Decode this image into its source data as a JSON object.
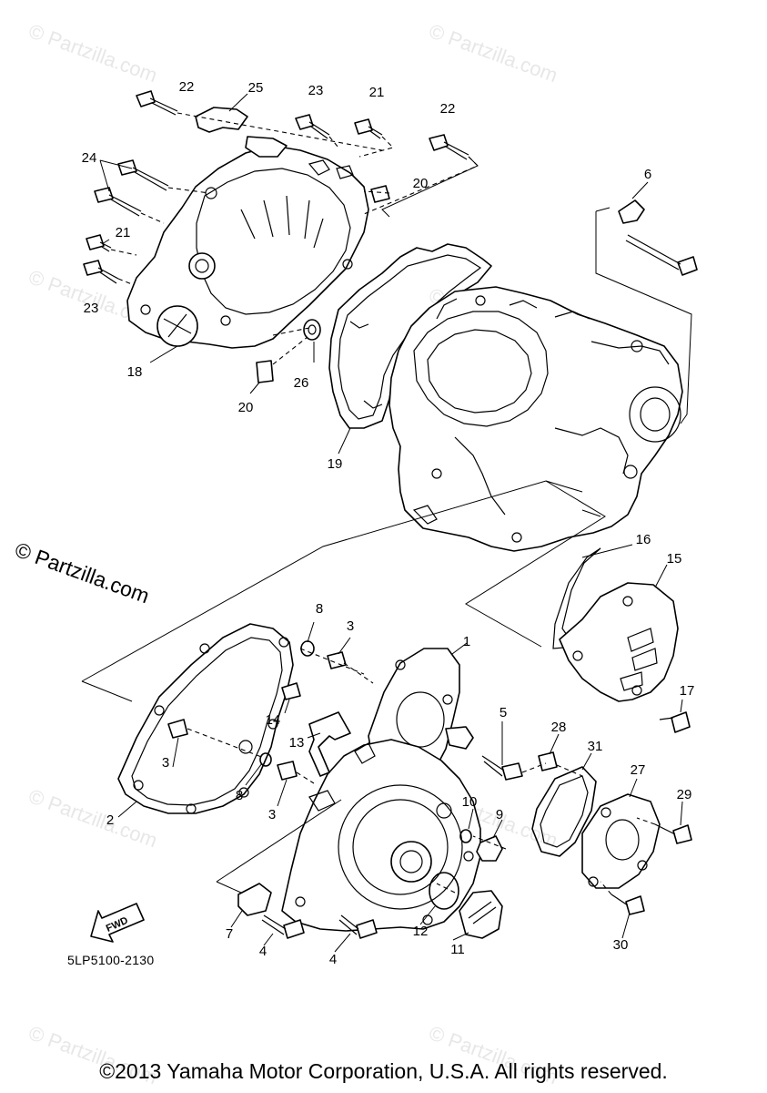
{
  "diagram": {
    "callouts": {
      "c1": "1",
      "c2": "2",
      "c3a": "3",
      "c3b": "3",
      "c3c": "3",
      "c4a": "4",
      "c4b": "4",
      "c5": "5",
      "c6": "6",
      "c7": "7",
      "c8a": "8",
      "c8b": "8",
      "c9": "9",
      "c10": "10",
      "c11": "11",
      "c12": "12",
      "c13": "13",
      "c14": "14",
      "c15": "15",
      "c16": "16",
      "c17": "17",
      "c18": "18",
      "c19": "19",
      "c20a": "20",
      "c20b": "20",
      "c21a": "21",
      "c21b": "21",
      "c22a": "22",
      "c22b": "22",
      "c23a": "23",
      "c23b": "23",
      "c24": "24",
      "c25": "25",
      "c26": "26",
      "c27": "27",
      "c28": "28",
      "c29": "29",
      "c30": "30",
      "c31": "31"
    },
    "fwd_label": "FWD",
    "part_code": "5LP5100-2130",
    "watermark": "© Partzilla.com",
    "copyright": "©2013 Yamaha Motor Corporation, U.S.A. All rights reserved."
  }
}
